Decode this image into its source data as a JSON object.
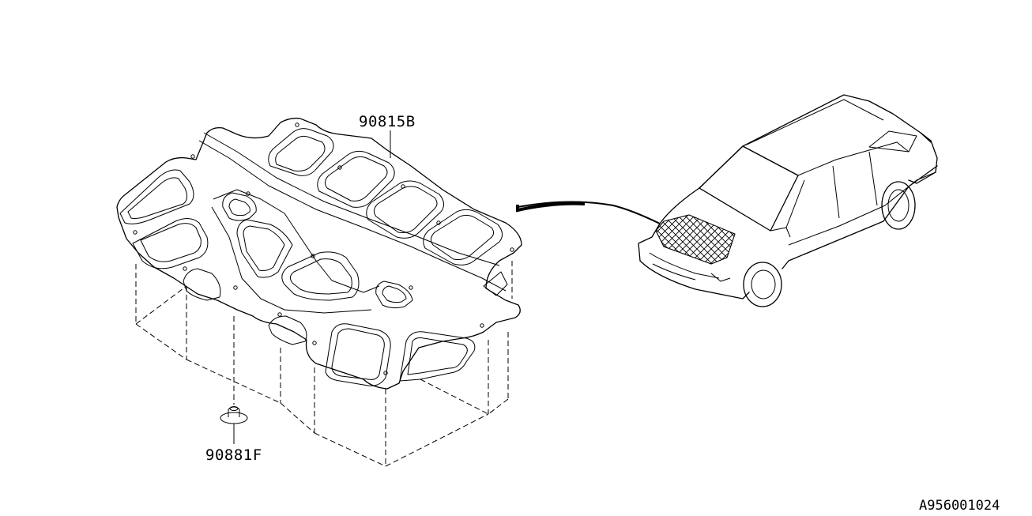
{
  "labels": {
    "cover_part": "90815B",
    "clip_part": "90881F",
    "diagram_code": "A956001024"
  }
}
